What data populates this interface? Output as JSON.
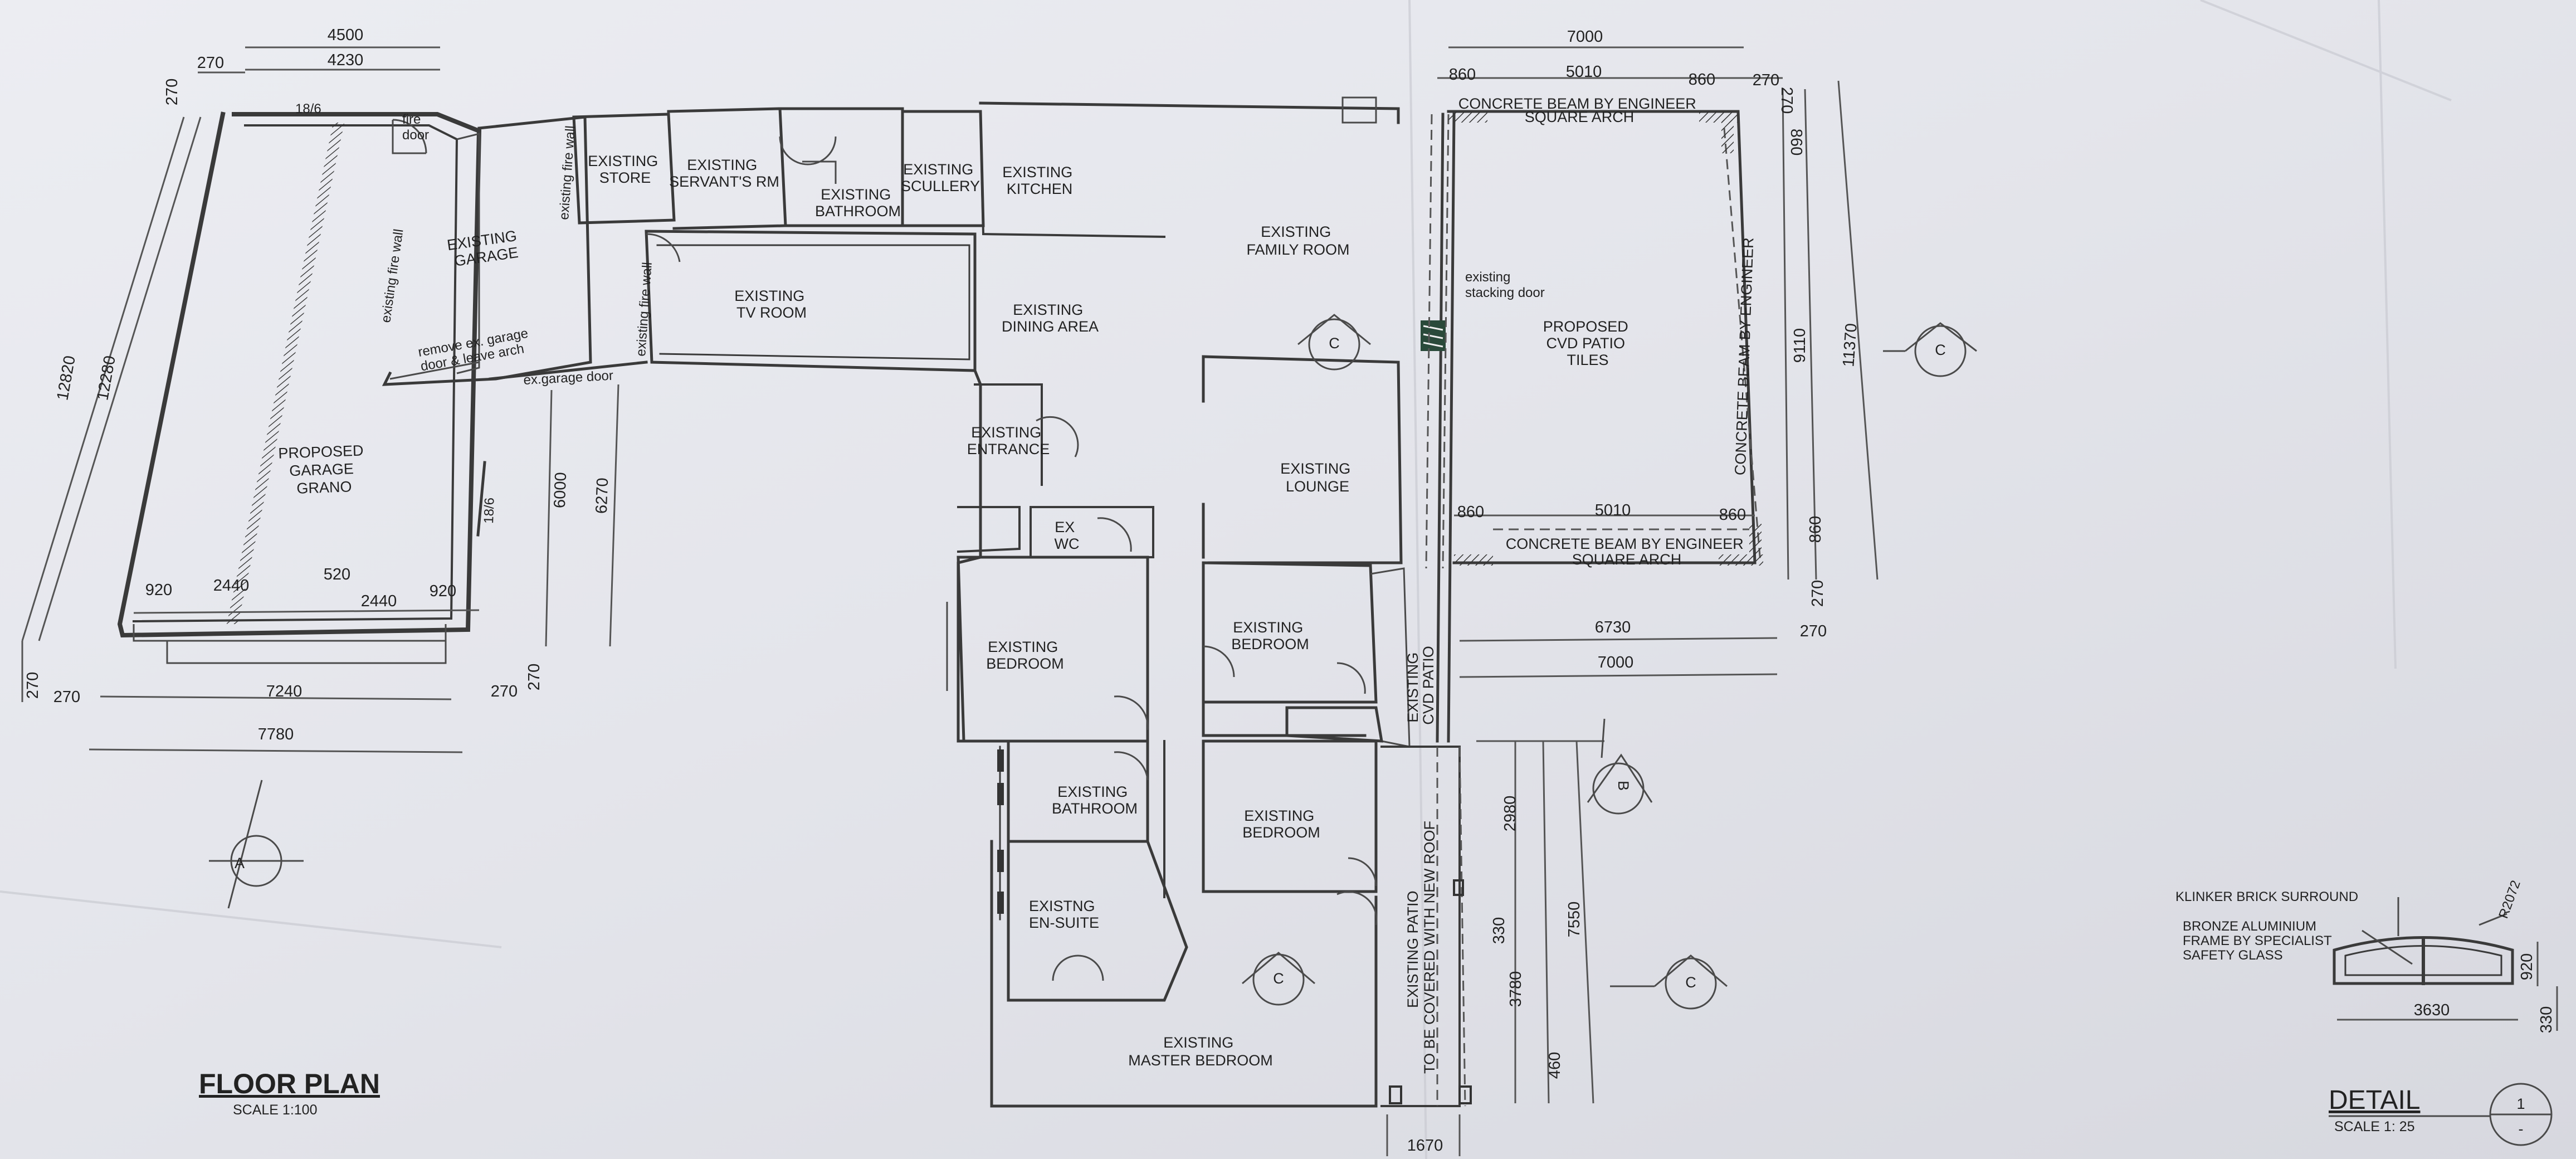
{
  "drawing": {
    "title": "FLOOR PLAN",
    "scale": "SCALE 1:100",
    "detail_title": "DETAIL",
    "detail_scale": "SCALE 1: 25",
    "detail_ref_top": "1",
    "detail_ref_bottom": "-"
  },
  "rooms": {
    "proposed_garage": [
      "PROPOSED",
      "GARAGE",
      "GRANO"
    ],
    "existing_garage": [
      "EXISTING",
      "GARAGE"
    ],
    "existing_store": [
      "EXISTING",
      "STORE"
    ],
    "existing_servants_rm": [
      "EXISTING",
      "SERVANT'S RM"
    ],
    "existing_bathroom_top": [
      "EXISTING",
      "BATHROOM"
    ],
    "existing_scullery": [
      "EXISTING",
      "SCULLERY"
    ],
    "existing_kitchen": [
      "EXISTING",
      "KITCHEN"
    ],
    "existing_family_room": [
      "EXISTING",
      "FAMILY ROOM"
    ],
    "existing_tv_room": [
      "EXISTING",
      "TV ROOM"
    ],
    "existing_dining_area": [
      "EXISTING",
      "DINING AREA"
    ],
    "existing_entrance": [
      "EXISTING",
      "ENTRANCE"
    ],
    "ex_wc": [
      "EX",
      "WC"
    ],
    "existing_lounge": [
      "EXISTING",
      "LOUNGE"
    ],
    "proposed_patio": [
      "PROPOSED",
      "CVD PATIO",
      "TILES"
    ],
    "existing_bedroom_1": [
      "EXISTING",
      "BEDROOM"
    ],
    "existing_bedroom_2": [
      "EXISTING",
      "BEDROOM"
    ],
    "existing_bedroom_3": [
      "EXISTING",
      "BEDROOM"
    ],
    "existing_cvd_patio": [
      "EXISTING",
      "CVD PATIO"
    ],
    "existing_bathroom_mid": [
      "EXISTING",
      "BATHROOM"
    ],
    "existing_ensuite": [
      "EXISTNG",
      "EN-SUITE"
    ],
    "existing_master_bedroom": [
      "EXISTING",
      "MASTER BEDROOM"
    ]
  },
  "notes": {
    "fire_door": [
      "fire",
      "door"
    ],
    "fire_wall_1": "existing fire wall",
    "fire_wall_2": "existing fire wall",
    "fire_wall_3": "existing fire wall",
    "remove_garage_door": [
      "remove ex. garage",
      "door & leave arch"
    ],
    "ex_garage_door": "ex.garage door",
    "stacking_door": [
      "existing",
      "stacking door"
    ],
    "beam_top": [
      "CONCRETE BEAM BY ENGINEER",
      "SQUARE ARCH"
    ],
    "beam_bottom": [
      "CONCRETE BEAM BY ENGINEER",
      "SQUARE ARCH"
    ],
    "beam_side": "CONCRETE BEAM BY ENGINEER",
    "patio_roof": [
      "EXISTING PATIO",
      "TO BE COVERED WITH NEW ROOF"
    ],
    "detail_brick": "KLINKER BRICK SURROUND",
    "detail_frame": [
      "BRONZE ALUMINIUM",
      "FRAME BY SPECIALIST",
      "SAFETY GLASS"
    ],
    "detail_radius": "R2072",
    "window_size": "18/6",
    "window_size_2": "18/6"
  },
  "section_marks": {
    "a": "A",
    "b": "B",
    "c1": "C",
    "c2": "C",
    "c3": "C",
    "c4": "C"
  },
  "dimensions": {
    "g_4500": "4500",
    "g_4230": "4230",
    "g_270_top": "270",
    "g_270_side": "270",
    "g_12820": "12820",
    "g_12280": "12280",
    "g_920_l": "920",
    "g_2440_l": "2440",
    "g_520": "520",
    "g_2440_r": "2440",
    "g_920_r": "920",
    "g_6000": "6000",
    "g_6270": "6270",
    "g_270_bl": "270",
    "g_270_b": "270",
    "g_7240": "7240",
    "g_270_br": "270",
    "g_270_rr": "270",
    "g_7780": "7780",
    "p_7000_top": "7000",
    "p_860_tl": "860",
    "p_5010_top": "5010",
    "p_860_tr": "860",
    "p_270_tr": "270",
    "p_270_rv": "270",
    "p_860_rv": "860",
    "p_9110": "9110",
    "p_11370": "11370",
    "p_860_ml": "860",
    "p_5010_mid": "5010",
    "p_860_mr": "860",
    "p_860_rv2": "860",
    "p_270_rv2": "270",
    "p_6730": "6730",
    "p_270_b": "270",
    "p_7000_b": "7000",
    "e_2980": "2980",
    "e_330": "330",
    "e_3780": "3780",
    "e_7550": "7550",
    "e_460": "460",
    "e_1670": "1670",
    "d_3630": "3630",
    "d_920": "920",
    "d_330": "330"
  }
}
